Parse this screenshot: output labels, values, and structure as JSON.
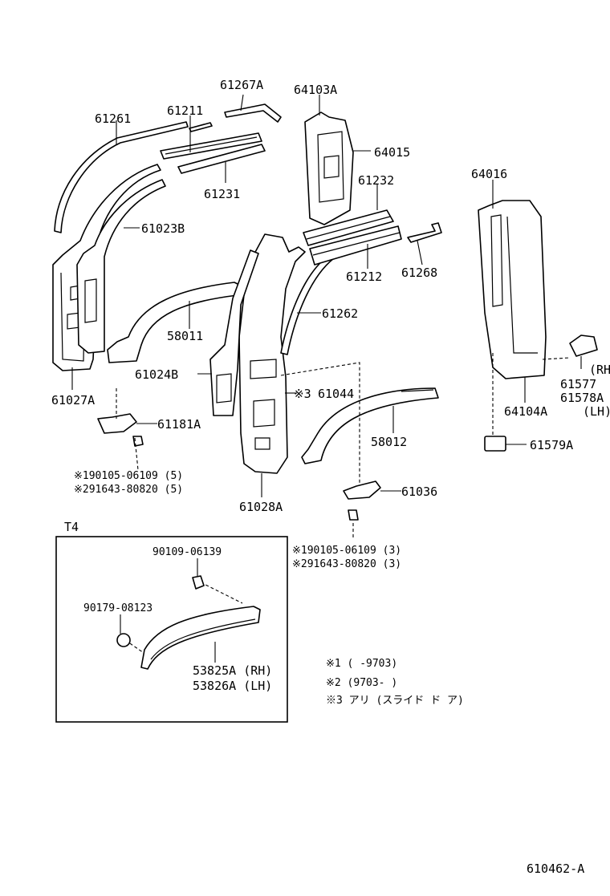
{
  "labels": {
    "p61267A": "61267A",
    "p64103A": "64103A",
    "p61261": "61261",
    "p61211": "61211",
    "p64015": "64015",
    "p61231": "61231",
    "p61232": "61232",
    "p64016": "64016",
    "p61023B": "61023B",
    "p61212": "61212",
    "p61268": "61268",
    "p58011": "58011",
    "p61262": "61262",
    "p61024B": "61024B",
    "p61027A": "61027A",
    "p61044": "61044",
    "p61181A": "61181A",
    "p58012": "58012",
    "p61028A": "61028A",
    "p61036": "61036",
    "p61577": "61577",
    "p61578A": "61578A",
    "p61579A": "61579A",
    "p64104A": "64104A",
    "rh_right": "(RH",
    "lh_right": "(LH)",
    "mark3": "※3",
    "note_l1": "※190105-06109 (5)",
    "note_l2": "※291643-80820 (5)",
    "note_c1": "※190105-06109 (3)",
    "note_c2": "※291643-80820 (3)",
    "inset_title": "T4",
    "p90109": "90109-06139",
    "p90179": "90179-08123",
    "p53825A": "53825A (RH)",
    "p53826A": "53826A (LH)",
    "legend1": "※1 (      -9703)",
    "legend2": "※2 (9703-      )",
    "legend3": "※3 アリ (スライド ド ア)",
    "diagram_id": "610462-A"
  }
}
